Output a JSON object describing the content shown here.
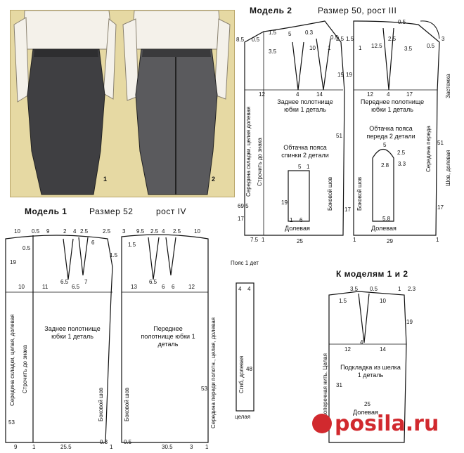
{
  "photo": {
    "label_1": "1",
    "label_2": "2"
  },
  "model1": {
    "title": "Модель 1",
    "size": "Размер 52",
    "height": "рост IV",
    "back_panel": "Заднее полотнище юбки 1 деталь",
    "front_panel": "Переднее полотнище юбки 1 деталь",
    "back_center_text": "Середина складки, целая, долевая",
    "stitch_text": "Строчить до знака",
    "side_seam_back": "Боковой шов",
    "side_seam_front": "Боковой шов",
    "front_center_text": "Середина переди полотн., целая, долевая",
    "top_nums_back": [
      "10",
      "0.5",
      "9",
      "2",
      "4",
      "2.5",
      "2.5"
    ],
    "top_nums_front": [
      "3",
      "9.5",
      "2.5",
      "4",
      "2.5",
      "10"
    ],
    "side_nums": [
      "0.5",
      "19",
      "1.5",
      "1.5",
      "6"
    ],
    "hip_nums": [
      "10",
      "11",
      "6.5",
      "6.5",
      "7",
      "13",
      "6.5",
      "6",
      "6",
      "12"
    ],
    "bottom_nums": [
      "9",
      "1",
      "25.5",
      "0.3",
      "1",
      "0.5",
      "30.5",
      "3",
      "1"
    ],
    "left_nums": [
      "53",
      "53"
    ]
  },
  "belt": {
    "title": "Пояс 1 дет",
    "nums": [
      "4",
      "4"
    ],
    "text": "Сгиб, долевая",
    "len": "48",
    "whole": "целая"
  },
  "model2": {
    "title": "Модель 2",
    "size": "Размер 50, рост III",
    "back_panel": "Заднее полотнище юбки 1 деталь",
    "front_panel": "Переднее полотнище юбки 1 деталь",
    "facing_back": "Обтачка пояса спинки 2 детали",
    "facing_front": "Обтачка пояса переда 2 детали",
    "dolevaya": "Долевая",
    "dolevaya2": "Долевая",
    "back_center_text": "Середина складки, целая долевая",
    "stitch_text": "Строчить до знака",
    "side_seam_back": "Боковой шов",
    "side_seam_front": "Боковой шов",
    "front_center_text": "Середина переда",
    "zastezhka": "Застежка",
    "shov_dolevaya": "Шов, долевая",
    "top_nums": [
      "8.5",
      "0.5",
      "1.5",
      "5",
      "0.5",
      "2.5",
      "1.5",
      "2.5",
      "0.5",
      "3"
    ],
    "row2_nums": [
      "3.5",
      "0.3",
      "10",
      "1",
      "1",
      "12.5",
      "3.5",
      "0.5"
    ],
    "hip_nums": [
      "12",
      "4",
      "14",
      "12",
      "4",
      "17"
    ],
    "side_nums": [
      "19",
      "19",
      "51",
      "51",
      "17",
      "17"
    ],
    "facing_nums": [
      "5",
      "1",
      "19",
      "1",
      "6",
      "5",
      "2.5",
      "2.8",
      "3.3",
      "5.8"
    ],
    "bottom_nums": [
      "7.5",
      "1",
      "25",
      "29",
      "1",
      "1"
    ],
    "left_nums": [
      "69.5",
      "17"
    ]
  },
  "lining": {
    "title": "К моделям 1 и 2",
    "panel": "Подкладка из шелка 1 деталь",
    "grain": "Поперечная нить. Целая",
    "dolevaya": "Долевая",
    "top_nums": [
      "3.5",
      "0.5",
      "10",
      "1",
      "2.3",
      "1.5"
    ],
    "hip_nums": [
      "12",
      "4",
      "14"
    ],
    "side_nums": [
      "19",
      "31",
      "25"
    ]
  },
  "watermark": {
    "text": "posila.ru",
    "color": "#d1292e"
  }
}
